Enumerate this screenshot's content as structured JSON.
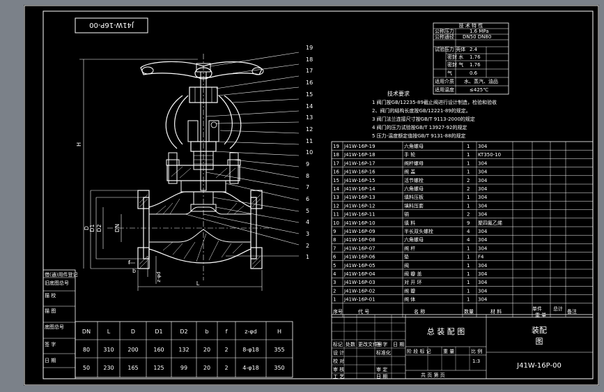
{
  "drawing_no_top": "J41W-16P-00",
  "balloons": [
    "19",
    "18",
    "17",
    "16",
    "15",
    "14",
    "13",
    "12",
    "11",
    "10",
    "9",
    "8",
    "7",
    "6",
    "5",
    "4",
    "3",
    "2",
    "1"
  ],
  "dims": {
    "H": "H",
    "D": "D",
    "D2": "D2",
    "DN": "DN",
    "b": "b",
    "f": "f",
    "z": "z-φd",
    "L": "L"
  },
  "spec_table": {
    "title": "技 术 特 性",
    "rows": [
      {
        "label": "公称压力",
        "value": "1.6 MPa"
      },
      {
        "label": "公称通径",
        "value": "DN50 DN80"
      },
      {
        "label": "试验压力 壳体",
        "value": "2.4"
      },
      {
        "label": "密封 水",
        "value": "1.76"
      },
      {
        "label": "密封 气",
        "value": "1.76"
      },
      {
        "label": "气",
        "value": "0.6"
      },
      {
        "label": "适用介质",
        "value": "水、蒸汽、油品"
      },
      {
        "label": "适用温度",
        "value": "≤425℃"
      }
    ]
  },
  "tech_req": {
    "title": "技术要求",
    "items": [
      "1 阀门按GB/12235-89截止阀进行设计制造，检验和验收",
      "2、阀门的结构长度按GB/12221-89的规定。",
      "3 阀门法兰连接尺寸按GB/T 9113-2000的规定",
      "4 阀门的压力试验按GB/T 13927-92的规定",
      "5 压力-温度额定值按GB/T 9131-88的规定"
    ]
  },
  "parts": [
    {
      "no": "19",
      "code": "J41W-16P-19",
      "name": "六角螺母",
      "qty": "1",
      "mat": "304"
    },
    {
      "no": "18",
      "code": "J41W-16P-18",
      "name": "手 轮",
      "qty": "1",
      "mat": "KT350-10"
    },
    {
      "no": "17",
      "code": "J41W-16P-17",
      "name": "阀杆螺母",
      "qty": "1",
      "mat": "304"
    },
    {
      "no": "16",
      "code": "J41W-16P-16",
      "name": "阀 盖",
      "qty": "1",
      "mat": "304"
    },
    {
      "no": "15",
      "code": "J41W-16P-15",
      "name": "活节螺栓",
      "qty": "2",
      "mat": "304"
    },
    {
      "no": "14",
      "code": "J41W-16P-14",
      "name": "六角螺母",
      "qty": "2",
      "mat": "304"
    },
    {
      "no": "13",
      "code": "J41W-16P-13",
      "name": "填料压板",
      "qty": "1",
      "mat": "304"
    },
    {
      "no": "12",
      "code": "J41W-16P-12",
      "name": "填料压套",
      "qty": "1",
      "mat": "304"
    },
    {
      "no": "11",
      "code": "J41W-16P-11",
      "name": "销",
      "qty": "2",
      "mat": "304"
    },
    {
      "no": "10",
      "code": "J41W-16P-10",
      "name": "填 料",
      "qty": "9",
      "mat": "聚四氟乙烯"
    },
    {
      "no": "9",
      "code": "J41W-16P-09",
      "name": "半长双头螺栓",
      "qty": "4",
      "mat": "304"
    },
    {
      "no": "8",
      "code": "J41W-16P-08",
      "name": "六角螺母",
      "qty": "4",
      "mat": "304"
    },
    {
      "no": "7",
      "code": "J41W-16P-07",
      "name": "阀 杆",
      "qty": "1",
      "mat": "304"
    },
    {
      "no": "6",
      "code": "J41W-16P-06",
      "name": "垫",
      "qty": "1",
      "mat": "F4"
    },
    {
      "no": "5",
      "code": "J41W-16P-05",
      "name": "阀",
      "qty": "1",
      "mat": "304"
    },
    {
      "no": "4",
      "code": "J41W-16P-04",
      "name": "阀 瓣 盖",
      "qty": "1",
      "mat": "304"
    },
    {
      "no": "3",
      "code": "J41W-16P-03",
      "name": "对 开 环",
      "qty": "1",
      "mat": "304"
    },
    {
      "no": "2",
      "code": "J41W-16P-02",
      "name": "阀 瓣",
      "qty": "1",
      "mat": "304"
    },
    {
      "no": "1",
      "code": "J41W-16P-01",
      "name": "阀 体",
      "qty": "1",
      "mat": "304"
    }
  ],
  "parts_header": {
    "no": "序号",
    "code": "代 号",
    "name": "名 称",
    "qty": "数量",
    "mat": "材 料",
    "unit": "单件",
    "total": "总计",
    "weight": "重 量",
    "remark": "备注",
    "total_top": "总"
  },
  "dim_table": {
    "headers": [
      "DN",
      "L",
      "D",
      "D1",
      "D2",
      "b",
      "f",
      "z-φd",
      "H"
    ],
    "rows": [
      [
        "80",
        "310",
        "200",
        "160",
        "132",
        "20",
        "2",
        "8-φ18",
        "355"
      ],
      [
        "50",
        "230",
        "165",
        "125",
        "99",
        "20",
        "2",
        "4-φ18",
        "350"
      ]
    ]
  },
  "left_margin": [
    "借(通)用件登记",
    "旧底图总号",
    "底图总号",
    "签 字",
    "日 期",
    "描 校",
    "描 图"
  ],
  "title_block": {
    "drawing_title": "总 装 配 图",
    "name_line1": "装配",
    "name_line2": "图",
    "drawing_no": "J41W-16P-00",
    "scale": "1:3",
    "sheet": "共 页 第 页",
    "labels": [
      "标记",
      "处数",
      "更改文件号",
      "签 字",
      "日 期",
      "设 计",
      "标准化",
      "校 对",
      "审 核",
      "审 定",
      "工 艺",
      "日 期",
      "阶 段 标 记",
      "重 量",
      "比 例"
    ]
  }
}
